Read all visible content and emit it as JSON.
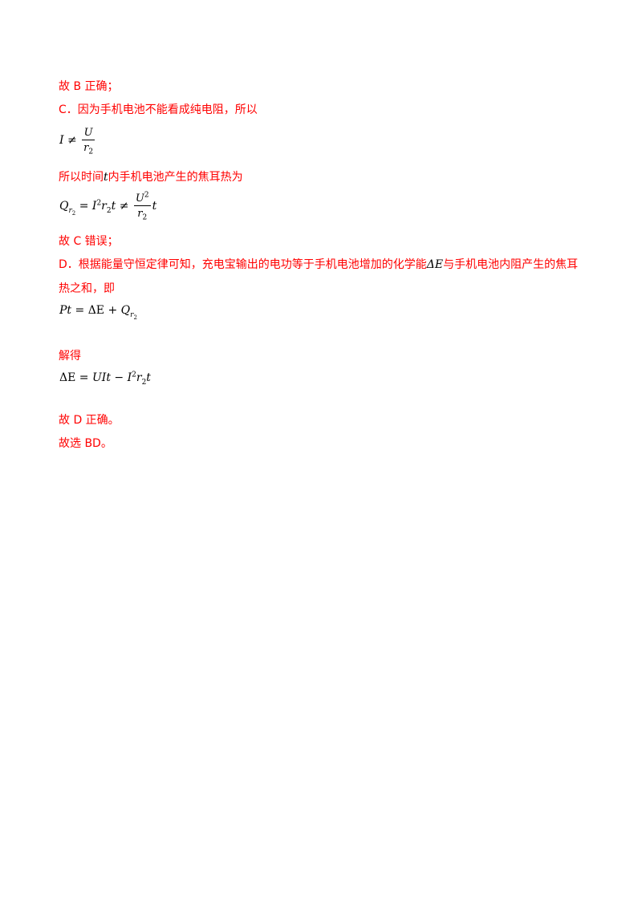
{
  "lines": {
    "l1": "故 B 正确；",
    "l2": "C．因为手机电池不能看成纯电阻，所以",
    "l3a": "所以时间",
    "l3b": "内手机电池产生的焦耳热为",
    "l4": "故 C 错误；",
    "l5a": "D．根据能量守恒定律可知，充电宝输出的电功等于手机电池增加的化学能",
    "l5b": "与手机电池内阻产生的焦耳",
    "l6": "热之和，即",
    "l7": "解得",
    "l8": "故 D 正确。",
    "l9": "故选 BD。"
  },
  "math": {
    "t": "t",
    "deltaE": "ΔE",
    "eq1": {
      "lhs": "I",
      "op": "≠",
      "num": "U",
      "den_base": "r",
      "den_sub": "2"
    },
    "eq2": {
      "q": "Q",
      "q_sub": "r",
      "q_subsub": "2",
      "eq": "=",
      "i": "I",
      "i_sup": "2",
      "r": "r",
      "r_sub": "2",
      "t": "t",
      "neq": "≠",
      "num": "U",
      "num_sup": "2",
      "den": "r",
      "den_sub": "2",
      "t2": "t"
    },
    "eq3": {
      "lhs": "Pt",
      "eq": "=",
      "delta": "ΔE",
      "plus": "+",
      "q": "Q",
      "q_sub": "r",
      "q_subsub": "2"
    },
    "eq4": {
      "lhs": "ΔE",
      "eq": "=",
      "uit": "UIt",
      "minus": "−",
      "i": "I",
      "i_sup": "2",
      "r": "r",
      "r_sub": "2",
      "t": "t"
    }
  }
}
